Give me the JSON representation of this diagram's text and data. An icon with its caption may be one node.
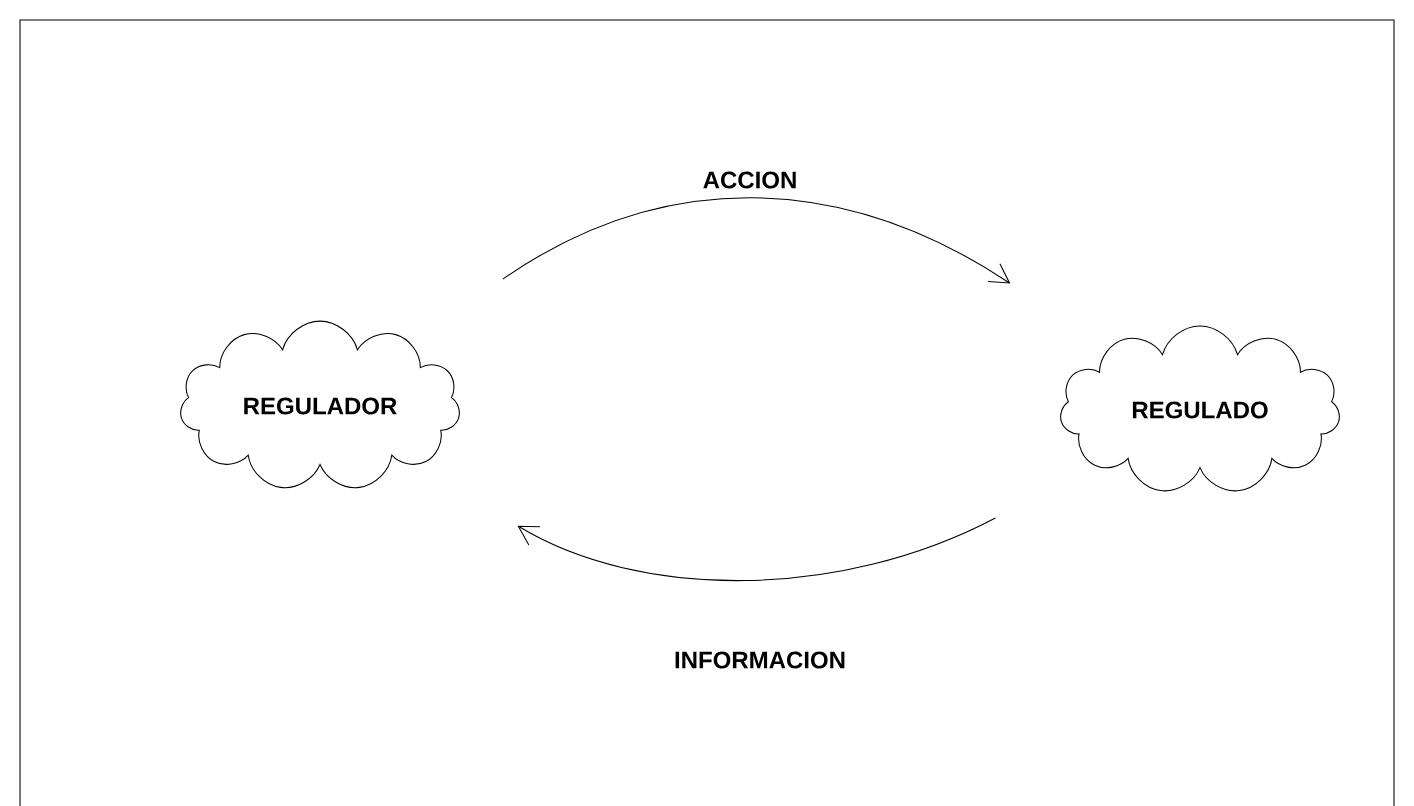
{
  "diagram": {
    "nodes": [
      {
        "text": [
          "REGULADOR"
        ]
      },
      {
        "text": [
          "REGULADO"
        ]
      }
    ],
    "edges": [
      {
        "from": 0,
        "to": 1,
        "arrow": "to",
        "label": "ACCION"
      },
      {
        "from": 1,
        "to": 0,
        "arrow": "to",
        "label": "INFORMACION"
      }
    ]
  }
}
